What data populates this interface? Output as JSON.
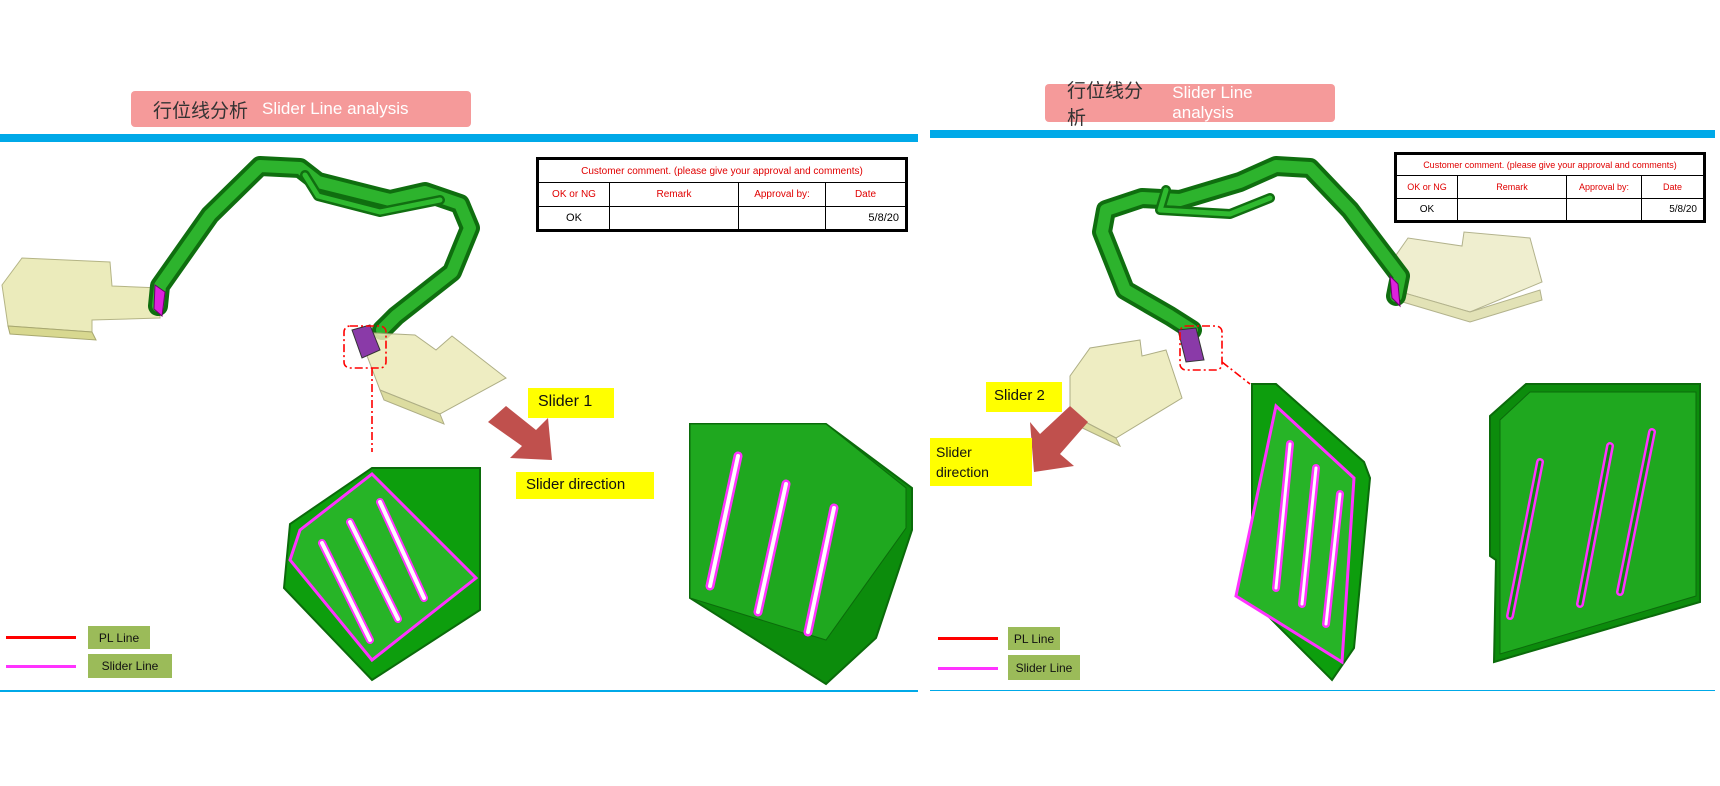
{
  "colors": {
    "accent_blue": "#00a9e8",
    "title_bg": "#f59a9a",
    "part_green": "#1f9a1f",
    "slider_line": "#ff33ff",
    "pl_line": "#ff0000",
    "label_yellow": "#ffff00",
    "legend_bg": "#9bbb59",
    "arrow": "#c0504d"
  },
  "slides": [
    {
      "title_cn": "行位线分析",
      "title_en": "Slider Line analysis",
      "comment_table": {
        "title": "Customer comment. (please give your approval and comments)",
        "headers": [
          "OK or NG",
          "Remark",
          "Approval by:",
          "Date"
        ],
        "row": [
          "OK",
          "",
          "",
          "5/8/20"
        ]
      },
      "slider_label": "Slider 1",
      "direction_label": "Slider direction",
      "legend": [
        {
          "label": "PL Line",
          "color": "#ff0000"
        },
        {
          "label": "Slider Line",
          "color": "#ff33ff"
        }
      ]
    },
    {
      "title_cn": "行位线分析",
      "title_en": "Slider Line analysis",
      "comment_table": {
        "title": "Customer comment. (please give your approval and comments)",
        "headers": [
          "OK or NG",
          "Remark",
          "Approval by:",
          "Date"
        ],
        "row": [
          "OK",
          "",
          "",
          "5/8/20"
        ]
      },
      "slider_label": "Slider 2",
      "direction_label_line1": "Slider",
      "direction_label_line2": "direction",
      "legend": [
        {
          "label": "PL Line",
          "color": "#ff0000"
        },
        {
          "label": "Slider Line",
          "color": "#ff33ff"
        }
      ]
    }
  ]
}
